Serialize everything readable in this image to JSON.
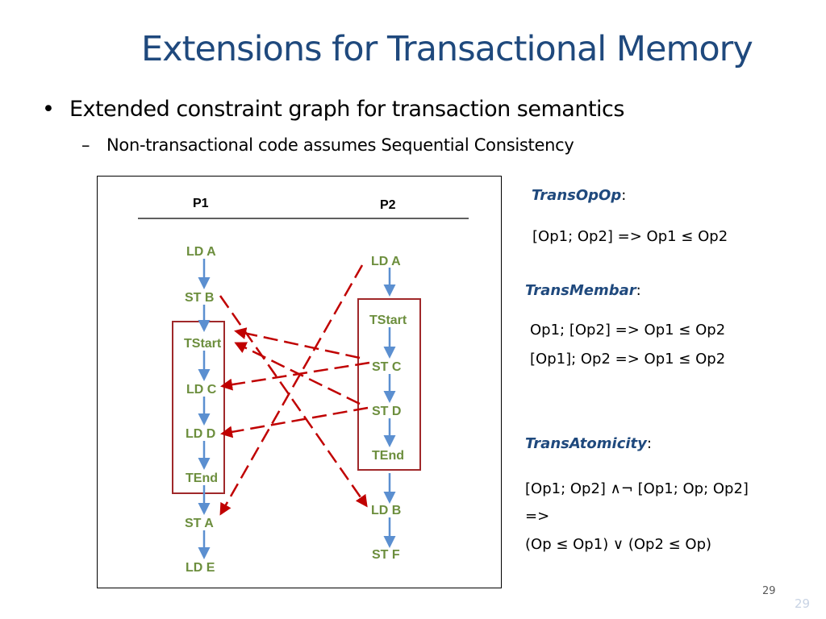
{
  "slide": {
    "title": "Extensions for Transactional Memory",
    "bullet": "Extended constraint graph for transaction semantics",
    "sub_bullet": "Non-transactional code assumes Sequential Consistency",
    "bullet_marker": "•",
    "sub_bullet_marker": "–"
  },
  "diagram": {
    "processors": [
      "P1",
      "P2"
    ],
    "p1_ops": [
      "LD A",
      "ST B",
      "TStart",
      "LD C",
      "LD D",
      "TEnd",
      "ST A",
      "LD E"
    ],
    "p2_ops": [
      "LD A",
      "TStart",
      "ST C",
      "ST D",
      "TEnd",
      "LD B",
      "ST F"
    ],
    "edge_color": "#c00000",
    "program_order_color": "#5b8fd0",
    "node_color": "#6c8e3d",
    "transaction_box_color": "#a0282a"
  },
  "rules": {
    "trans_op_op": {
      "name": "TransOpOp",
      "formula": "[Op1; Op2] => Op1 ≤ Op2"
    },
    "trans_membar": {
      "name": "TransMembar",
      "formula_1": "Op1; [Op2] => Op1 ≤ Op2",
      "formula_2": "[Op1]; Op2 => Op1 ≤ Op2"
    },
    "trans_atomicity": {
      "name": "TransAtomicity",
      "formula_1": "[Op1; Op2] ∧¬ [Op1; Op; Op2]",
      "formula_2": "=>",
      "formula_3": "(Op ≤ Op1) ∨ (Op2 ≤ Op)"
    }
  },
  "footer": {
    "page_number": "29",
    "page_number_faint": "29"
  }
}
